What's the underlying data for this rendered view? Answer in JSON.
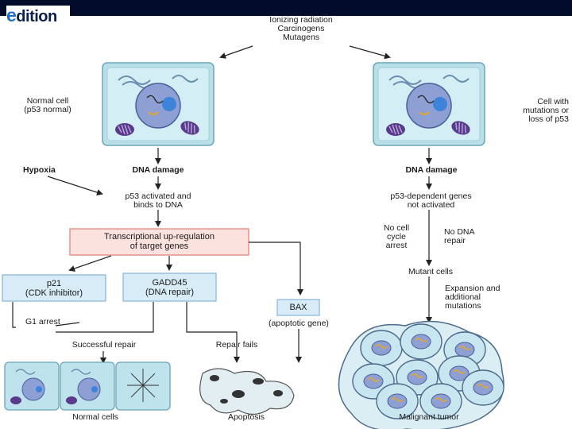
{
  "header": {
    "logo_text": "edition",
    "logo_letter": "e",
    "logo_rest": "dition"
  },
  "labels": {
    "agents_line1": "Ionizing radiation",
    "agents_line2": "Carcinogens",
    "agents_line3": "Mutagens",
    "normal_cell_line1": "Normal cell",
    "normal_cell_line2": "(p53 normal)",
    "mutant_cell_line1": "Cell with",
    "mutant_cell_line2": "mutations or",
    "mutant_cell_line3": "loss of p53",
    "hypoxia": "Hypoxia",
    "dna_damage_left": "DNA damage",
    "dna_damage_right": "DNA damage",
    "p53_activated_line1": "p53 activated and",
    "p53_activated_line2": "binds to DNA",
    "p53_dependent_line1": "p53-dependent genes",
    "p53_dependent_line2": "not activated",
    "transcription_line1": "Transcriptional up-regulation",
    "transcription_line2": "of target genes",
    "no_arrest_line1": "No cell",
    "no_arrest_line2": "cycle",
    "no_arrest_line3": "arrest",
    "no_repair_line1": "No DNA",
    "no_repair_line2": "repair",
    "p21_line1": "p21",
    "p21_line2": "(CDK inhibitor)",
    "gadd45_line1": "GADD45",
    "gadd45_line2": "(DNA repair)",
    "bax": "BAX",
    "bax_sub": "(apoptotic gene)",
    "mutant_cells": "Mutant cells",
    "expansion_line1": "Expansion and",
    "expansion_line2": "additional",
    "expansion_line3": "mutations",
    "g1_arrest": "G1 arrest",
    "successful_repair": "Successful repair",
    "repair_fails": "Repair fails",
    "normal_cells": "Normal cells",
    "apoptosis": "Apoptosis",
    "malignant_tumor": "Malignant tumor"
  },
  "colors": {
    "header_bg": "#000c2a",
    "cell_fill": "#bfe3ec",
    "nucleus": "#7d8fc7",
    "mitochondria": "#5a3a8a",
    "transcription_box_fill": "#fbe2df",
    "transcription_box_border": "#e7938a",
    "gene_box_fill": "#d8ecf7",
    "gene_box_border": "#8fb9d9"
  }
}
